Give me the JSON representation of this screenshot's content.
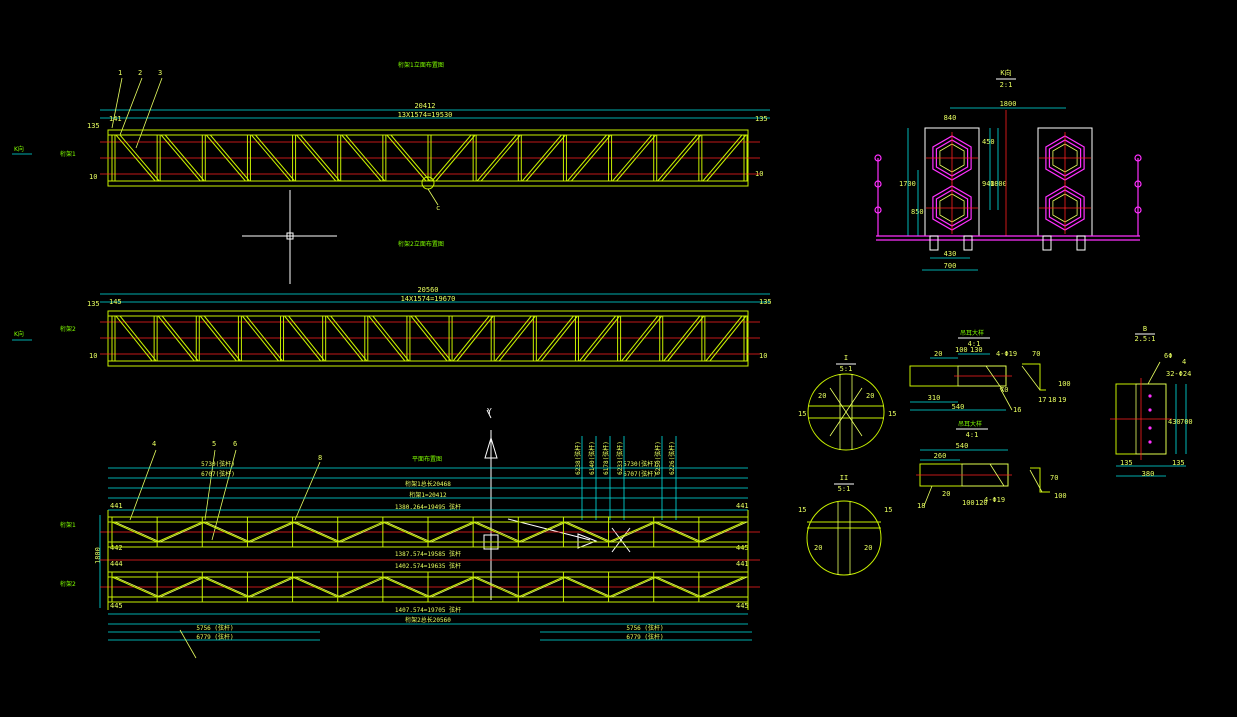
{
  "view1": {
    "labels_top": [
      "1",
      "2",
      "3"
    ],
    "dim_total": "20412",
    "dim_sub": "13X1574=19530",
    "dim_left": "135",
    "dim_right": "135",
    "dim_left2": "141",
    "dim_bottom_left": "10",
    "dim_bottom_right": "10",
    "side_label": "桁架1",
    "view_arrow": "K向",
    "callout_c": "c"
  },
  "view2": {
    "dim_total": "20560",
    "dim_sub": "14X1574=19670",
    "dim_left": "135",
    "dim_right": "135",
    "dim_left2": "145",
    "dim_bottom_left": "10",
    "dim_bottom_right": "10",
    "side_label": "桁架2",
    "view_arrow": "K向"
  },
  "view3": {
    "axis_y": "Y",
    "labels_top": [
      "4",
      "5",
      "6",
      "8"
    ],
    "dim_top1": "5730(弦杆)",
    "dim_top2": "6707(弦杆)",
    "dim_top3": "5730(弦杆)",
    "dim_top4": "6707(弦杆)",
    "dim_a": "桁架1总长20468",
    "dim_b": "桁架1=20412",
    "dim_c": "1380.264=19495 弦杆",
    "dim_d": "1387.574=19585 弦杆",
    "dim_e": "1402.574=19635 弦杆",
    "dim_f": "1407.574=19705 弦杆",
    "dim_g": "桁架2总长20560",
    "dim_bl1": "5756 (弦杆)",
    "dim_bl2": "6779 (弦杆)",
    "dim_br1": "5756 (弦杆)",
    "dim_br2": "6779 (弦杆)",
    "left_1": "441",
    "left_2": "442",
    "left_3": "444",
    "left_4": "445",
    "left_h": "1800",
    "right_1": "441",
    "right_2": "445",
    "right_3": "441",
    "right_4": "445",
    "side_1": "桁架1",
    "side_2": "桁架2",
    "vert_dims": [
      "6238(弦杆)",
      "6140(弦杆)",
      "6178(弦杆)",
      "6233(弦杆)",
      "6250(弦杆)",
      "6226(弦杆)"
    ]
  },
  "view_k": {
    "title": "K向",
    "scale": "2:1",
    "dim_top": "1800",
    "dim_a": "840",
    "dim_b": "450",
    "dim_c": "940",
    "dim_d": "1800",
    "dim_h": "1700",
    "dim_l": "850",
    "dim_w1": "430",
    "dim_w2": "700"
  },
  "detail_1": {
    "title": "I",
    "scale": "5:1",
    "dims": [
      "15",
      "20",
      "15",
      "20"
    ]
  },
  "detail_2": {
    "title": "II",
    "scale": "5:1",
    "dims": [
      "15",
      "20",
      "20",
      "15"
    ]
  },
  "detail_3": {
    "title": "吊耳大样",
    "scale": "4:1",
    "dims": [
      "100",
      "130",
      "20",
      "4-Φ19",
      "70",
      "310",
      "540",
      "16",
      "70",
      "100",
      "17",
      "18",
      "19"
    ]
  },
  "detail_4": {
    "title": "吊耳大样",
    "scale": "4:1",
    "dims": [
      "540",
      "260",
      "20",
      "4-Φ19",
      "100",
      "120",
      "18",
      "70",
      "100"
    ]
  },
  "detail_5": {
    "title": "B",
    "scale": "2.5:1",
    "dims": [
      "6Φ",
      "32-Φ24",
      "4",
      "430",
      "700",
      "135",
      "135",
      "380"
    ]
  },
  "colors": {
    "bg": "#000000",
    "frame": "#c8f000",
    "dim": "#00e5e5",
    "center": "#ff2020",
    "section": "#ff30ff",
    "text": "#e8ff60"
  }
}
